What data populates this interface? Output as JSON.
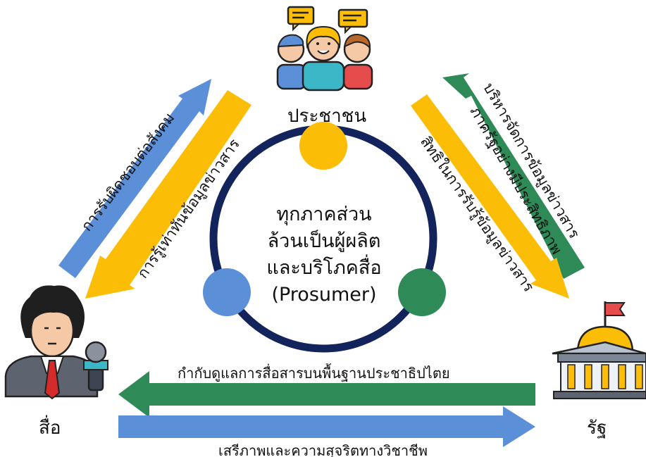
{
  "nodes": {
    "citizens": "ประชาชน",
    "media": "สื่อ",
    "state": "รัฐ"
  },
  "center": {
    "line1": "ทุกภาคส่วน",
    "line2": "ล้วนเป็นผู้ผลิต",
    "line3": "และบริโภคสื่อ",
    "line4": "(Prosumer)"
  },
  "arrows": {
    "media_to_citizens": "การรับผิดชอบต่อสังคม",
    "citizens_to_media": "การรู้เท่าทันข้อมูลข่าวสาร",
    "state_to_citizens_line1": "บริหารจัดการข้อมูลข่าวสาร",
    "state_to_citizens_line2": "ภาครัฐอย่างมีประสิทธิภาพ",
    "citizens_to_state": "สิทธิในการรับรู้ข้อมูลข่าวสาร",
    "state_to_media": "กำกับดูแลการสื่อสารบนพื้นฐานประชาธิปไตย",
    "media_to_state": "เสรีภาพและความสุจริตทางวิชาชีพ"
  },
  "colors": {
    "blue": "#5b8fd8",
    "yellow": "#fbbd06",
    "green": "#2e8b57",
    "navy": "#13235b"
  },
  "icons": [
    "speech-bubble-icon",
    "people-group-icon",
    "reporter-icon",
    "microphone-icon",
    "government-building-icon",
    "flag-icon"
  ]
}
